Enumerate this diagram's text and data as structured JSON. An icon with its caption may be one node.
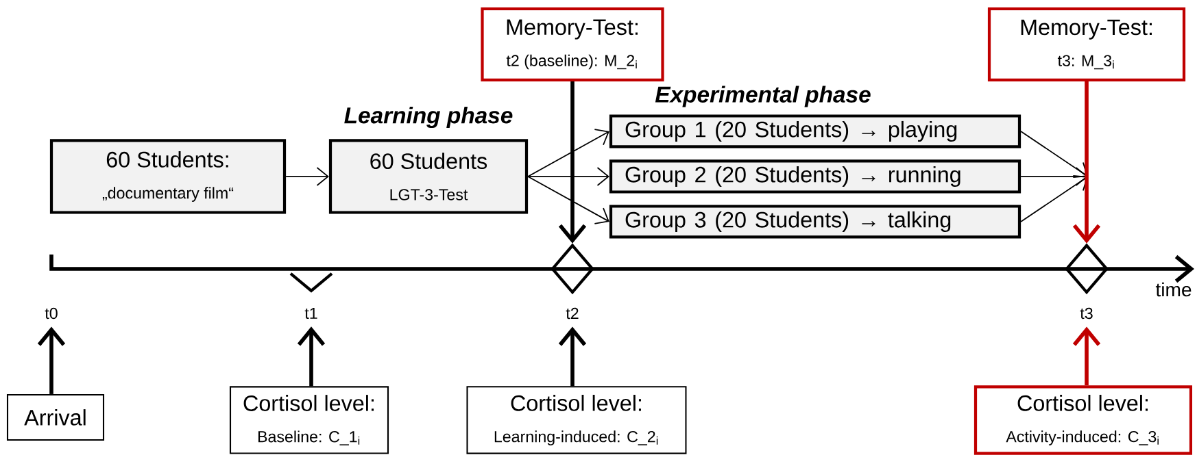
{
  "diagram": {
    "nodes": [
      {
        "text": [
          "60 Students:",
          "„documentary film“"
        ]
      },
      {
        "text": [
          "Learning phase",
          "60 Students",
          "LGT-3-Test"
        ]
      },
      {
        "text": [
          "Group 1 (20 Students) → playing"
        ]
      },
      {
        "text": [
          "Group 2 (20 Students) → running"
        ]
      },
      {
        "text": [
          "Group 3 (20 Students) → talking"
        ]
      },
      {
        "text": [
          "Memory-Test:",
          "t2 (baseline): M_2$_{i}$"
        ]
      },
      {
        "text": [
          "Memory-Test:",
          "t3: M_3$_{i}$"
        ]
      },
      {
        "text": [],
        "shape": "diamond"
      },
      {
        "text": [],
        "shape": "diamond"
      },
      {
        "text": [
          "t0"
        ]
      },
      {
        "text": [
          "t1"
        ]
      },
      {
        "text": [
          "t2"
        ]
      },
      {
        "text": [
          "t3"
        ]
      },
      {
        "text": [
          "Arrival"
        ]
      },
      {
        "text": [
          "Cortisol level:",
          "Baseline: C_1$_{i}$"
        ]
      },
      {
        "text": [
          "Cortisol level:",
          "Learning-induced: C_2$_{i}$"
        ]
      },
      {
        "text": [
          "Cortisol level:",
          "Activity-induced: C_3$_{i}$"
        ]
      }
    ],
    "edges": [
      {
        "from": 0,
        "to": 1,
        "arrow": "to"
      },
      {
        "from": 1,
        "to": 2,
        "arrow": "to"
      },
      {
        "from": 1,
        "to": 3,
        "arrow": "to"
      },
      {
        "from": 1,
        "to": 4,
        "arrow": "to"
      },
      {
        "from": 2,
        "to": null,
        "arrow": "to"
      },
      {
        "from": 3,
        "to": null,
        "arrow": "to"
      },
      {
        "from": 4,
        "to": null,
        "arrow": "to"
      },
      {
        "from": 5,
        "to": 7,
        "arrow": "to",
        "style": "thick"
      },
      {
        "from": 6,
        "to": 8,
        "arrow": "to",
        "style": "thick",
        "color": "#c00000"
      },
      {
        "from": 13,
        "to": 9,
        "arrow": "to",
        "style": "thick"
      },
      {
        "from": 14,
        "to": 10,
        "arrow": "to",
        "style": "thick"
      },
      {
        "from": 15,
        "to": 11,
        "arrow": "to",
        "style": "thick"
      },
      {
        "from": 16,
        "to": 12,
        "arrow": "to",
        "style": "thick",
        "color": "#c00000"
      }
    ],
    "labels": [
      "Experimental phase",
      "time"
    ]
  }
}
